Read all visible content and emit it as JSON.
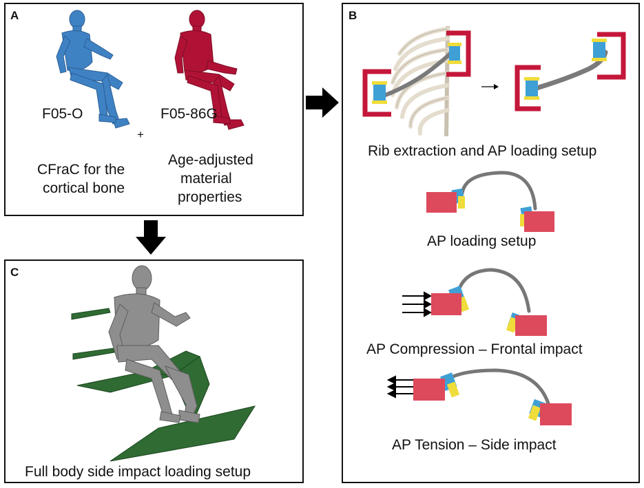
{
  "panel_a": {
    "label": "A",
    "model_left": "F05-O",
    "model_right": "F05-86G",
    "plus": "+",
    "caption_left_1": "CFraC for the",
    "caption_left_2": "cortical bone",
    "caption_right_1": "Age-adjusted",
    "caption_right_2": "material",
    "caption_right_3": "properties"
  },
  "panel_b": {
    "label": "B",
    "caption_rib": "Rib extraction and AP loading setup",
    "caption_setup": "AP loading setup",
    "caption_compression": "AP Compression – Frontal impact",
    "caption_tension": "AP Tension – Side impact"
  },
  "panel_c": {
    "label": "C",
    "caption": "Full body side impact loading setup"
  },
  "colors": {
    "blue_model": "#3f82c4",
    "red_model": "#b01236",
    "gray_model": "#8e8e8e",
    "seat_green": "#2f6b33",
    "block_red": "#dd4a5c",
    "frame_red": "#c4173a",
    "block_blue": "#3fa0d6",
    "block_yellow": "#f0dc3a",
    "rib_gray": "#7a7a7a",
    "rib_beige": "#e4dccd"
  }
}
